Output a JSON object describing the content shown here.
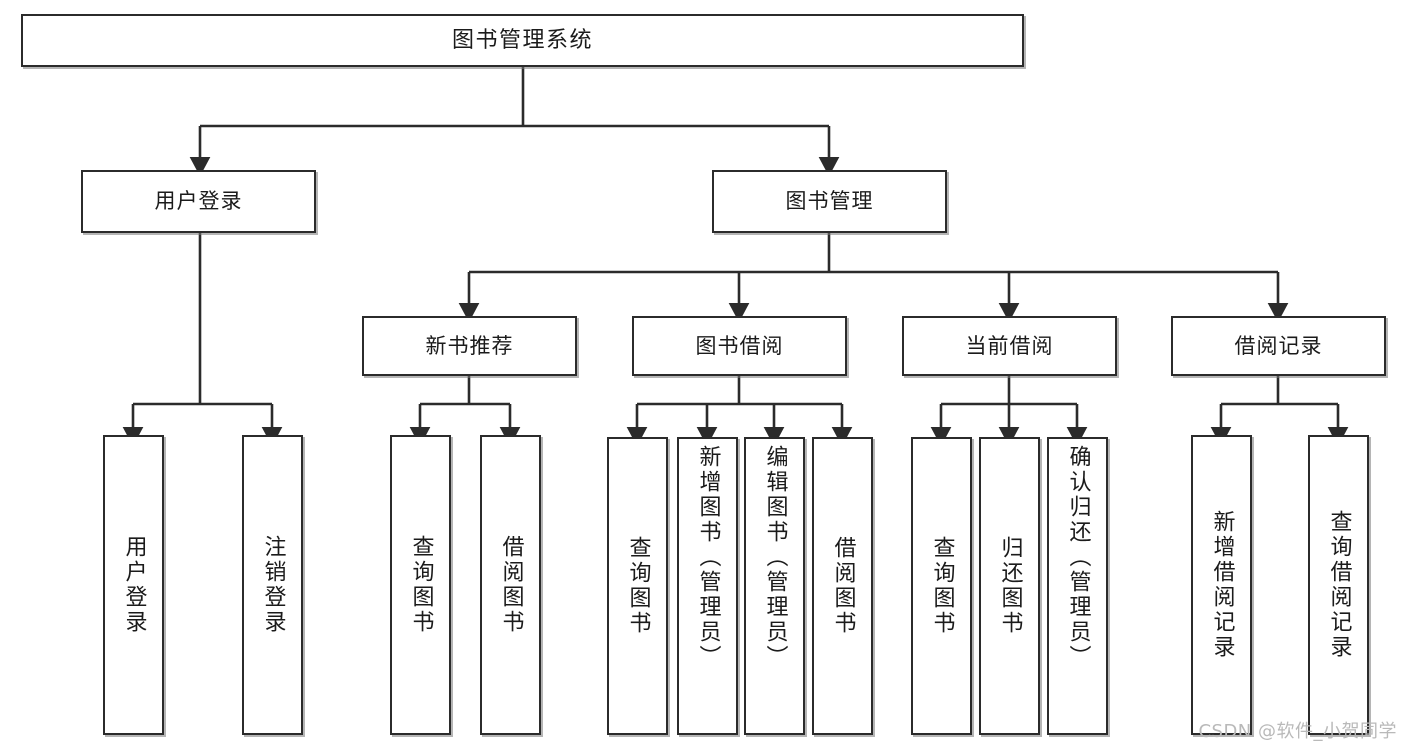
{
  "diagram": {
    "type": "tree-hierarchy",
    "title": "图书管理系统",
    "watermark": "CSDN @软件_小贺同学",
    "colors": {
      "box_border": "#2b2b2b",
      "box_fill": "#ffffff",
      "edge": "#2b2b2b",
      "watermark": "#b9b9b9"
    },
    "nodes": {
      "root": {
        "label": "图书管理系统"
      },
      "level2": [
        {
          "id": "user-login",
          "label": "用户登录"
        },
        {
          "id": "book-manage",
          "label": "图书管理"
        }
      ],
      "level3": [
        {
          "id": "new-book-rec",
          "label": "新书推荐"
        },
        {
          "id": "book-borrow",
          "label": "图书借阅"
        },
        {
          "id": "current-borrow",
          "label": "当前借阅"
        },
        {
          "id": "borrow-record",
          "label": "借阅记录"
        }
      ],
      "leaves": {
        "user-login": [
          {
            "id": "leaf-user-login",
            "label": "用户登录"
          },
          {
            "id": "leaf-logout",
            "label": "注销登录"
          }
        ],
        "new-book-rec": [
          {
            "id": "leaf-query-book-1",
            "label": "查询图书"
          },
          {
            "id": "leaf-borrow-book-1",
            "label": "借阅图书"
          }
        ],
        "book-borrow": [
          {
            "id": "leaf-query-book-2",
            "label": "查询图书"
          },
          {
            "id": "leaf-add-book",
            "label": "新增图书（管理员）"
          },
          {
            "id": "leaf-edit-book",
            "label": "编辑图书（管理员）"
          },
          {
            "id": "leaf-borrow-book-2",
            "label": "借阅图书"
          }
        ],
        "current-borrow": [
          {
            "id": "leaf-query-book-3",
            "label": "查询图书"
          },
          {
            "id": "leaf-return-book",
            "label": "归还图书"
          },
          {
            "id": "leaf-confirm-return",
            "label": "确认归还（管理员）"
          }
        ],
        "borrow-record": [
          {
            "id": "leaf-add-record",
            "label": "新增借阅记录"
          },
          {
            "id": "leaf-query-record",
            "label": "查询借阅记录"
          }
        ]
      }
    }
  }
}
